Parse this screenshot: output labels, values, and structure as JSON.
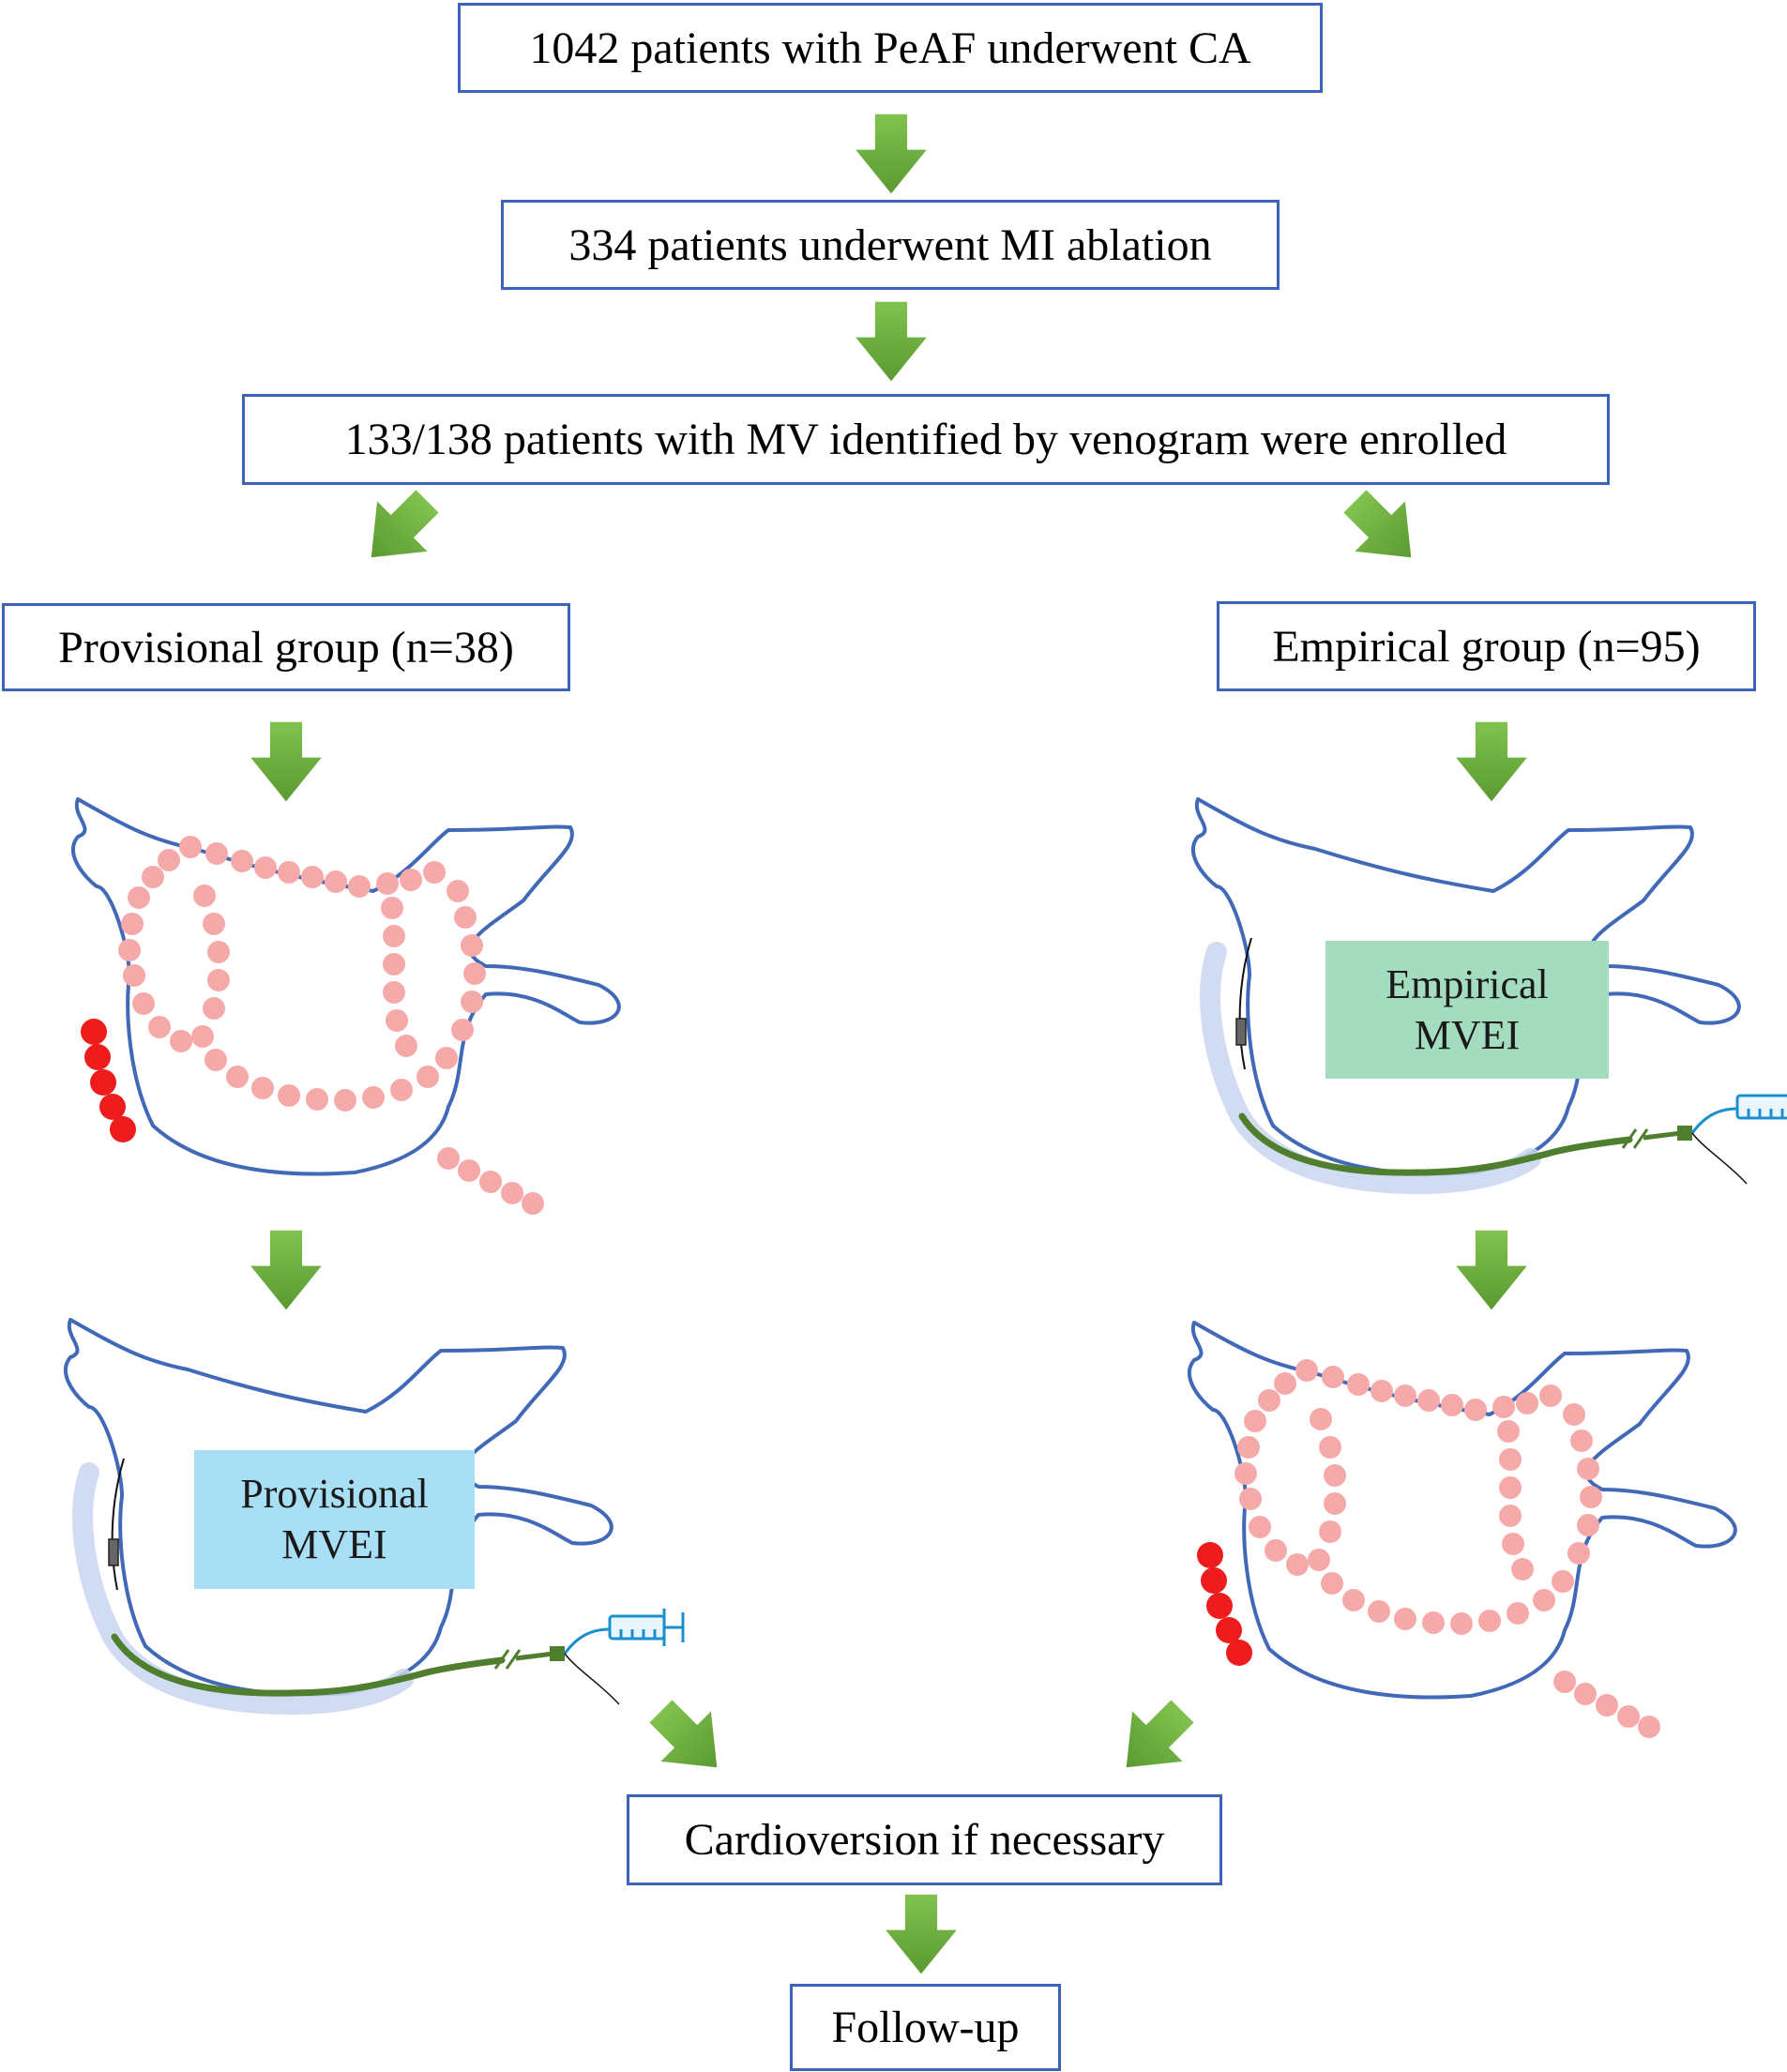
{
  "flow": {
    "step1": "1042 patients with PeAF underwent CA",
    "step2": "334 patients underwent MI ablation",
    "step3": "133/138 patients with MV identified by venogram were enrolled",
    "provisional_group": "Provisional group (n=38)",
    "empirical_group": "Empirical group (n=95)",
    "cardioversion": "Cardioversion if necessary",
    "followup": "Follow-up"
  },
  "labels": {
    "empirical_mvei_line1": "Empirical",
    "empirical_mvei_line2": "MVEI",
    "provisional_mvei_line1": "Provisional",
    "provisional_mvei_line2": "MVEI"
  },
  "colors": {
    "box_border": "#3b63b8",
    "arrow_green": "#6aaa3c",
    "atrium_outline": "#4169b8",
    "ablation_light": "#f6a9a9",
    "ablation_red": "#ee1c1c",
    "empirical_fill": "#a3dcbe",
    "provisional_fill": "#a8dff5",
    "catheter_green": "#4f7f2e",
    "syringe_blue": "#1a8fd0"
  }
}
